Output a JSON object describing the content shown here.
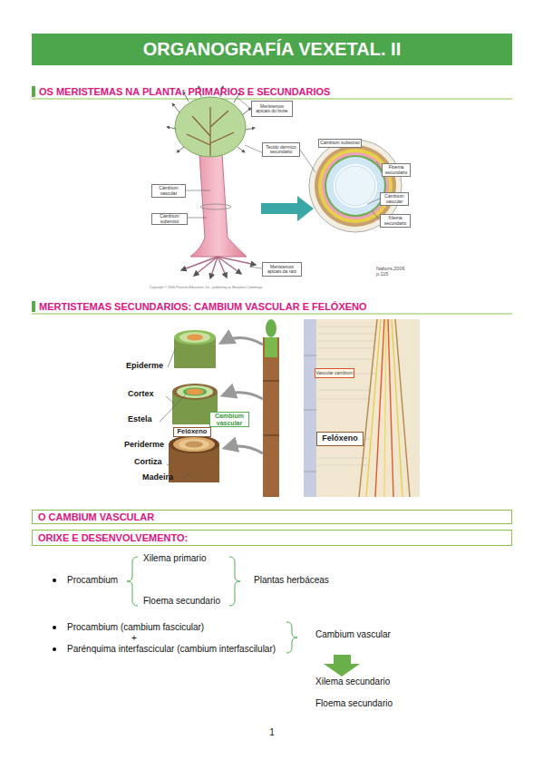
{
  "diagram": {
    "title": "ORGANOGRAFÍA VEXETAL. II",
    "nodes": [
      {
        "text": [
          "Meristemos apicais do brote"
        ]
      },
      {
        "text": [
          "Tecido dérmico secundario"
        ]
      },
      {
        "text": [
          "Cámbium suberoso"
        ]
      },
      {
        "text": [
          "Floema secundario"
        ]
      },
      {
        "text": [
          "Cámbium vascular"
        ]
      },
      {
        "text": [
          "Cámbium vascular"
        ]
      },
      {
        "text": [
          "Cámbium suberoso"
        ]
      },
      {
        "text": [
          "Xilema secundario"
        ]
      },
      {
        "text": [
          "Meristemos apicais da raíz"
        ]
      },
      {
        "text": [
          "Cambium vascular"
        ]
      },
      {
        "text": [
          "Felóxeno"
        ]
      },
      {
        "text": [
          "Vascular cambium"
        ]
      },
      {
        "text": [
          "Felóxeno"
        ]
      },
      {
        "text": [
          "O CAMBIUM VASCULAR"
        ]
      },
      {
        "text": [
          "ORIXE E DESENVOLVEMENTO:"
        ]
      }
    ],
    "labels": [
      "OS MERISTEMAS NA PLANTA: PRIMARIOS E SECUNDARIOS",
      "Nabors,2006 p.115",
      "Copyright © 2006 Pearson Education, Inc., publishing as Benjamin Cummings.",
      "MERTISTEMAS SECUNDARIOS: CAMBIUM VASCULAR E FELÓXENO",
      "Epiderme",
      "Cortex",
      "Estela",
      "Periderme",
      "Cortiza",
      "Madeira",
      "Xilema primario",
      "Procambium",
      "Floema secundario",
      "Plantas herbáceas",
      "Procambium (cambium fascicular)",
      "+",
      "Parénquima interfascicular (cambium interfascilular)",
      "Cambium vascular",
      "Xilema secundario",
      "Floema secundario",
      "1"
    ]
  }
}
